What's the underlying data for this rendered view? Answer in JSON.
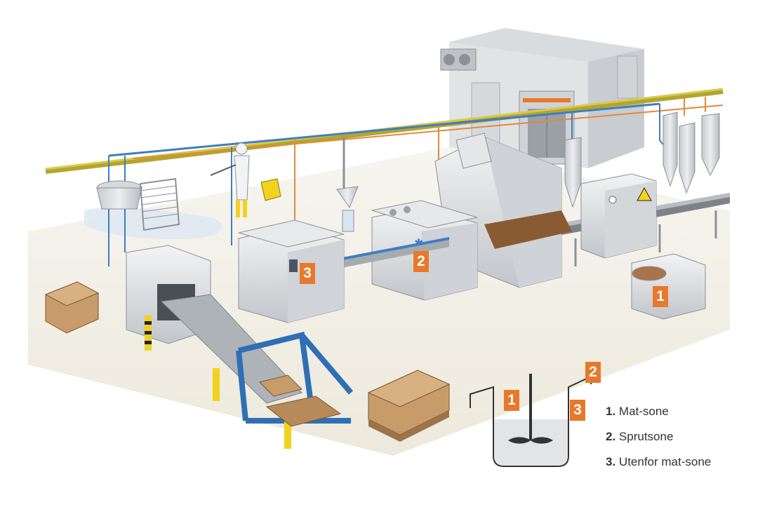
{
  "colors": {
    "zone_orange": "#E8792B",
    "pipe_yellow": "#C9B836",
    "pipe_blue": "#3D7FC1",
    "pipe_orange": "#E08A3C",
    "steel": "#D6D9DC",
    "frame_blue": "#2E6FB5",
    "floor": "#F1EFE6",
    "cardboard": "#C89C6A",
    "hazard_yellow": "#F1D21E"
  },
  "zone_badges": [
    {
      "id": "machine-left",
      "label": "3",
      "zone": 3
    },
    {
      "id": "machine-center",
      "label": "2",
      "zone": 2
    },
    {
      "id": "mixer-right",
      "label": "1",
      "zone": 1
    },
    {
      "id": "inset-inside",
      "label": "1",
      "zone": 1
    },
    {
      "id": "inset-outside",
      "label": "3",
      "zone": 3
    },
    {
      "id": "inset-top",
      "label": "2",
      "zone": 2
    }
  ],
  "icons": [
    "snowflake-icon",
    "hazard-warning-icon",
    "gauge-icon"
  ],
  "legend": {
    "items": [
      {
        "number": "1.",
        "text": "Mat-sone"
      },
      {
        "number": "2.",
        "text": "Sprutsone"
      },
      {
        "number": "3.",
        "text": "Utenfor mat-sone"
      }
    ]
  }
}
